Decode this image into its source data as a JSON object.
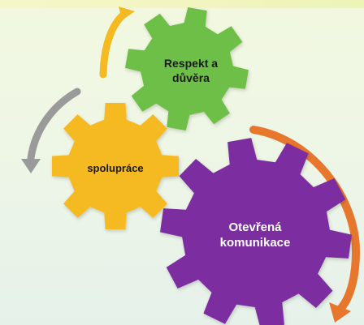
{
  "gears": [
    {
      "label": "Respekt a\ndůvěra",
      "color": "#6dbf46"
    },
    {
      "label": "spolupráce",
      "color": "#f5b921"
    },
    {
      "label": "Otevřená\nkomunikace",
      "color": "#7b2fa0"
    }
  ],
  "arrows": [
    {
      "color": "#f5b921"
    },
    {
      "color": "#9a9a9a"
    },
    {
      "color": "#e8772e"
    }
  ],
  "colors": {
    "background": "#eef6e4"
  }
}
